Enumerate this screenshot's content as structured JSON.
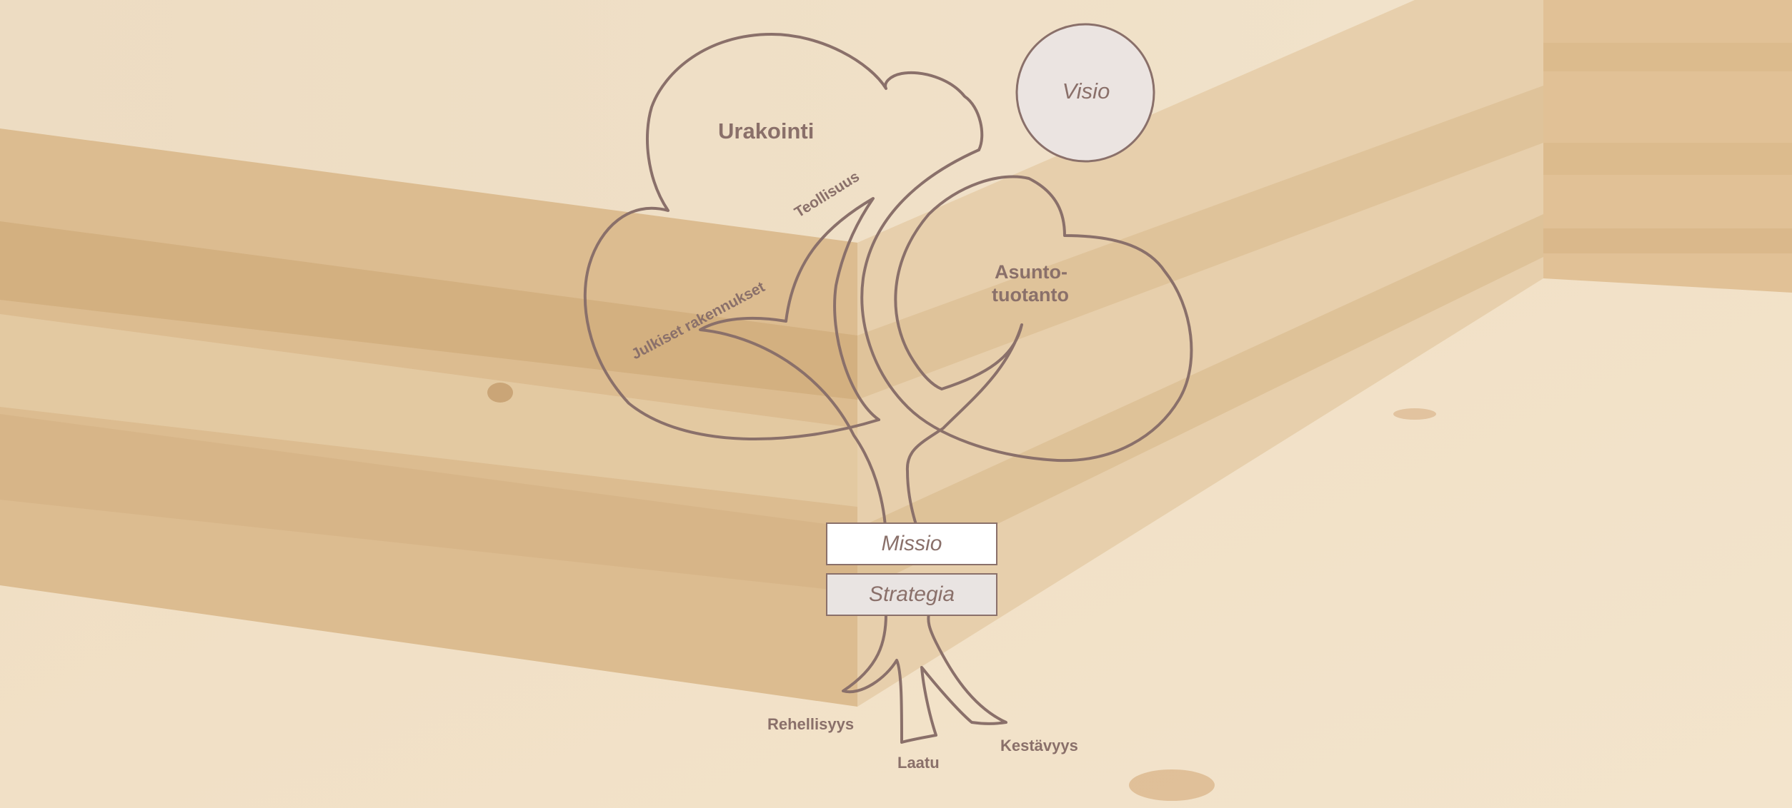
{
  "colors": {
    "line": "#8a706a",
    "box_fill_light": "#ffffff",
    "box_fill_grey": "#e9e4e2",
    "visio_fill": "#ebe4e1"
  },
  "diagram": {
    "canopy": {
      "urakointi": "Urakointi",
      "teollisuus": "Teollisuus",
      "julkiset": "Julkiset rakennukset",
      "asunto_line1": "Asunto-",
      "asunto_line2": "tuotanto"
    },
    "visio": "Visio",
    "missio": "Missio",
    "strategia": "Strategia",
    "roots": {
      "rehellisyys": "Rehellisyys",
      "laatu": "Laatu",
      "kestavyys": "Kestävyys"
    }
  }
}
